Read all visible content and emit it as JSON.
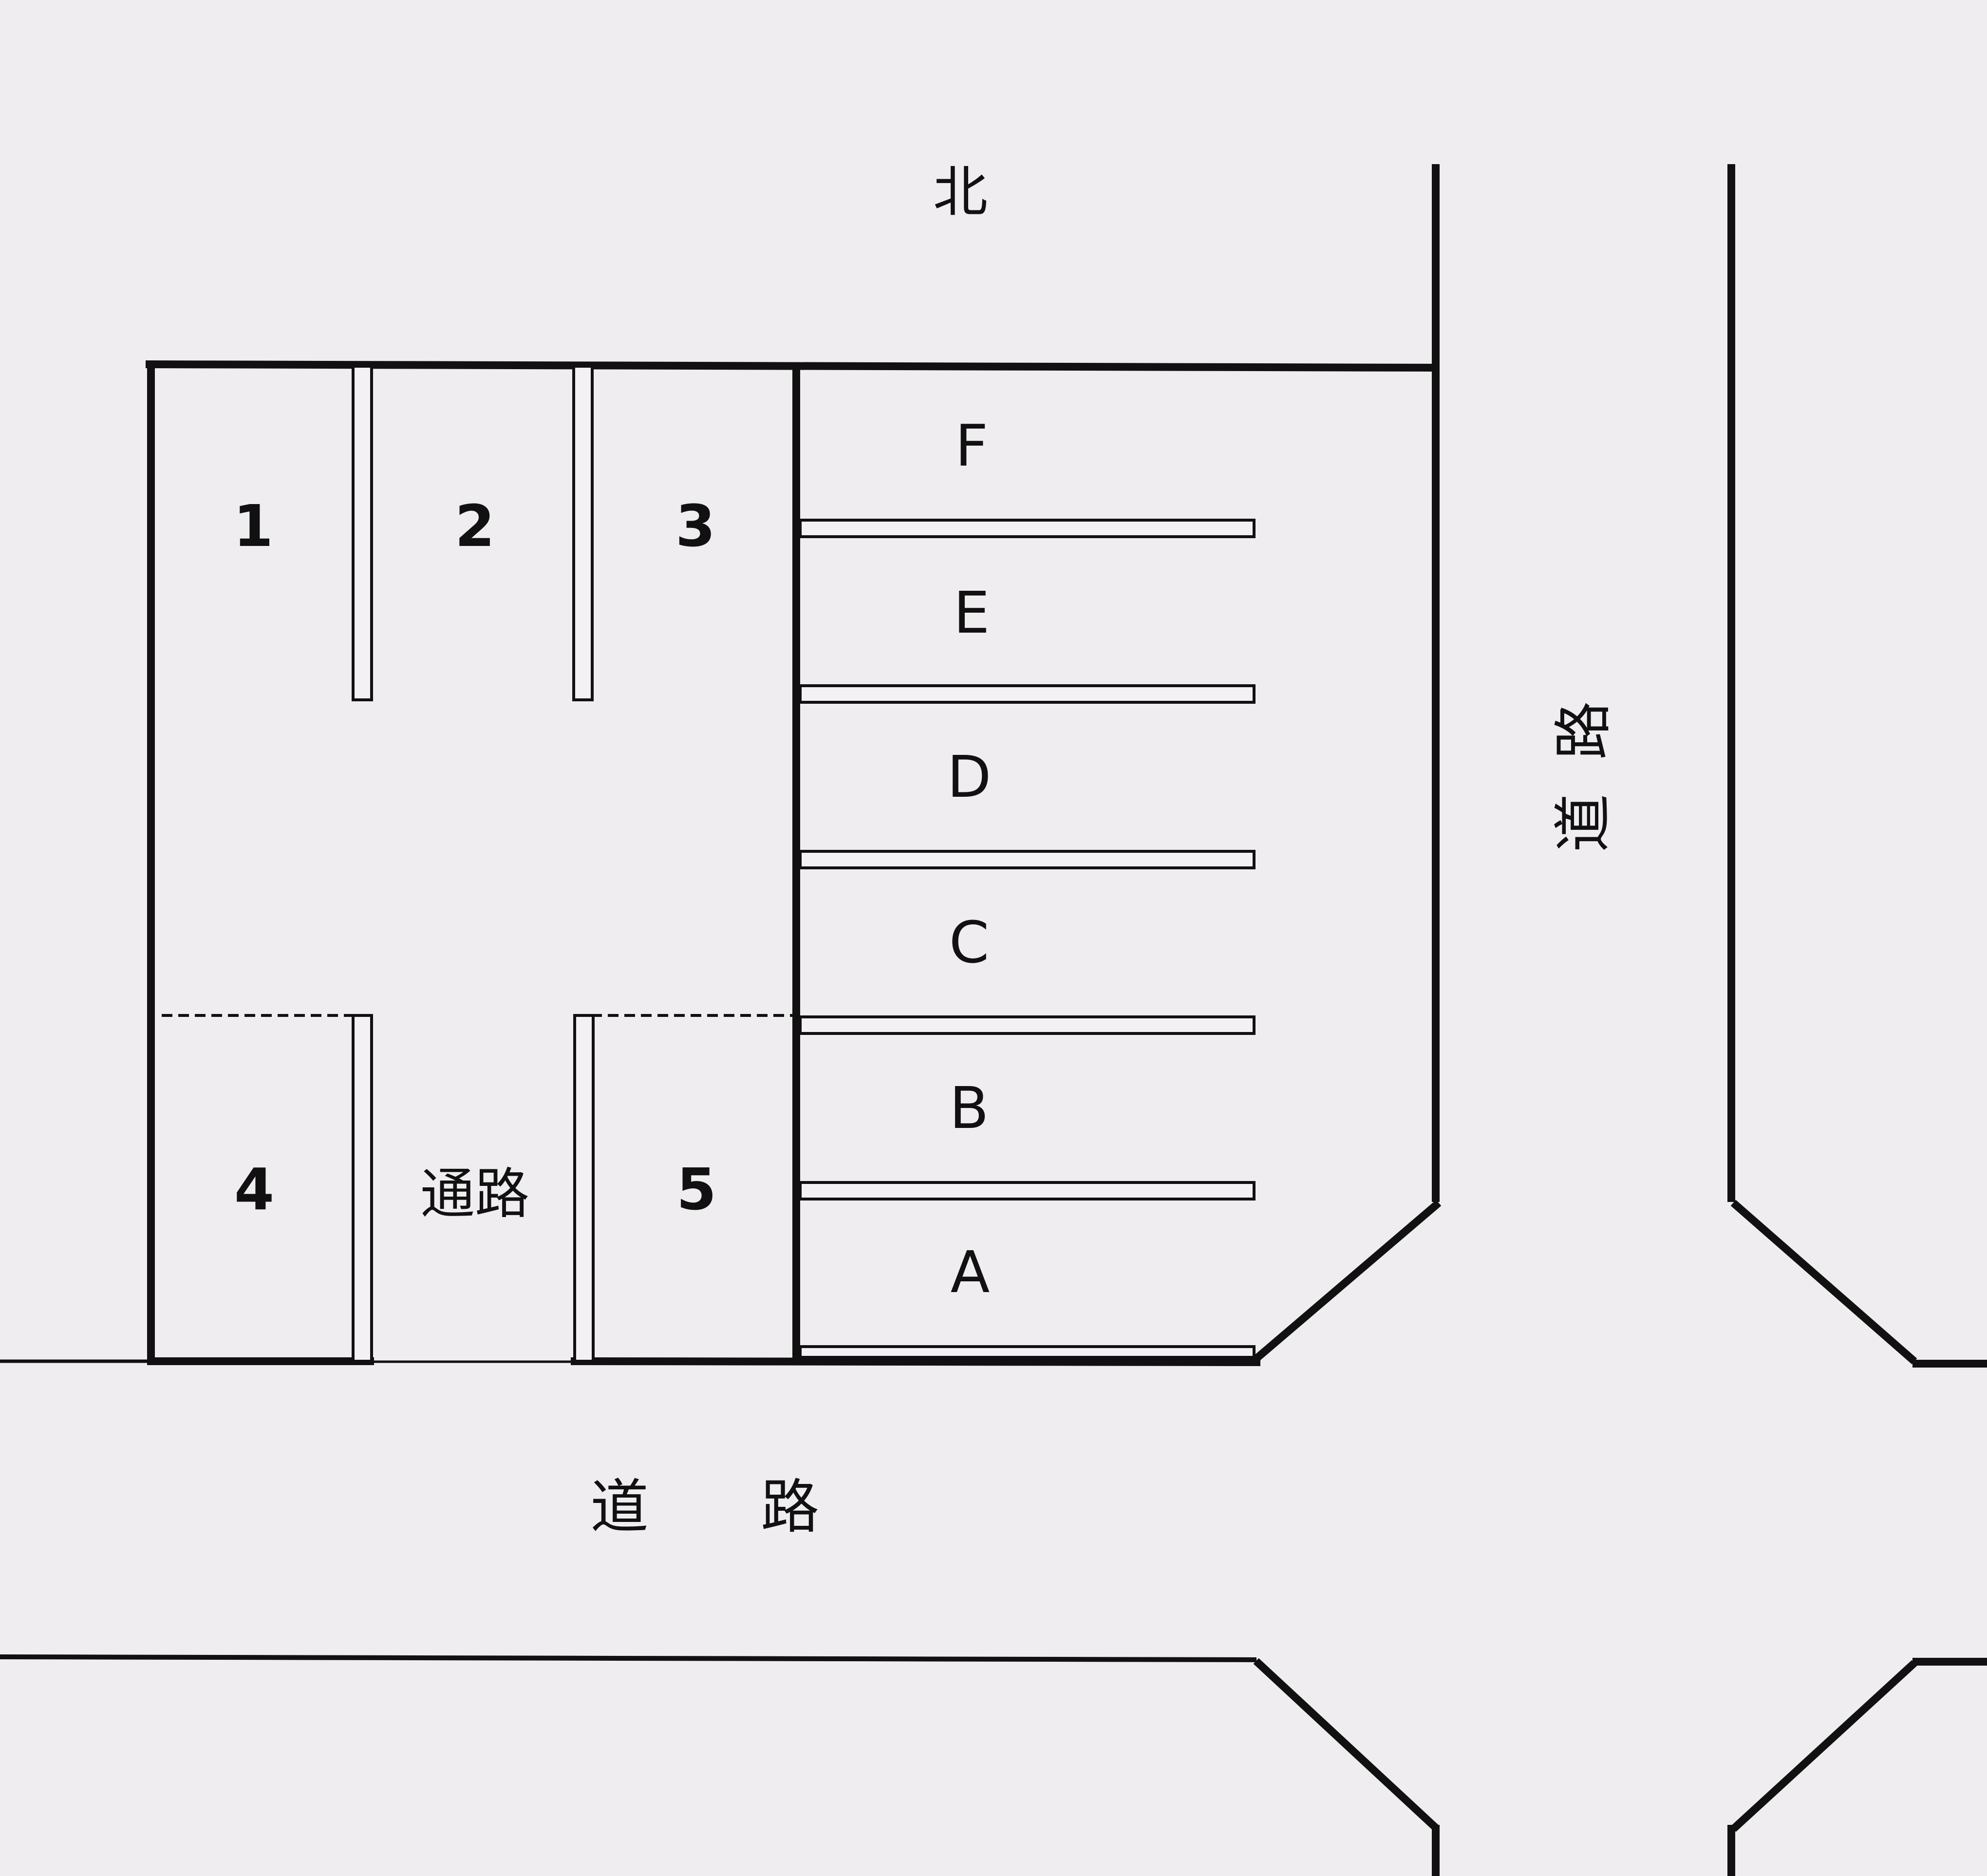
{
  "labels": {
    "north": "北",
    "lot_numbers": [
      "1",
      "2",
      "3",
      "4",
      "5"
    ],
    "passage": "通路",
    "parking_spaces": [
      "F",
      "E",
      "D",
      "C",
      "B",
      "A"
    ],
    "road_south_char1": "道",
    "road_south_char2": "路",
    "road_east_char1": "道",
    "road_east_char2": "路"
  }
}
